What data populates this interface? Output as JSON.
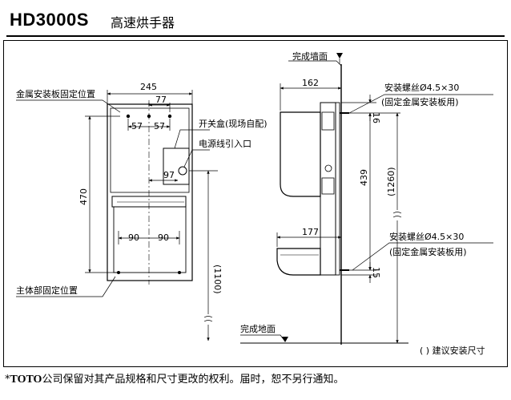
{
  "header": {
    "model": "HD3000S",
    "product_name": "高速烘手器"
  },
  "front_view": {
    "mount_plate_position_label": "金属安装板固定位置",
    "body_fix_position_label": "主体部固定位置",
    "switch_box_label": "开关盒(现场自配)",
    "power_entry_label": "电源线引入口",
    "dims": {
      "width": "245",
      "plate_hole_offset": "77",
      "hole_spacing_left": "57",
      "hole_spacing_right": "57",
      "cable_offset": "97",
      "height": "470",
      "slot_left": "90",
      "slot_right": "90",
      "floor_height": "(1100)"
    }
  },
  "side_view": {
    "wall_label": "完成墙面",
    "floor_label": "完成地面",
    "screw_top_label": "安装螺丝Ø4.5×30",
    "screw_top_sub": "(固定金属安装板用)",
    "screw_bottom_label": "安装螺丝Ø4.5×30",
    "screw_bottom_sub": "(固定金属安装板用)",
    "dims": {
      "depth_top": "162",
      "depth_bottom": "177",
      "top_offset": "16",
      "bottom_offset": "15",
      "fix_spacing": "439",
      "total_height": "(1260)"
    }
  },
  "legend_note": "(  ) 建议安装尺寸",
  "footer": {
    "asterisk": "*",
    "brand": "TOTO",
    "disclaimer": "公司保留对其产品规格和尺寸更改的权利。届时，恕不另行通知。"
  },
  "colors": {
    "line": "#000000",
    "background": "#ffffff"
  }
}
